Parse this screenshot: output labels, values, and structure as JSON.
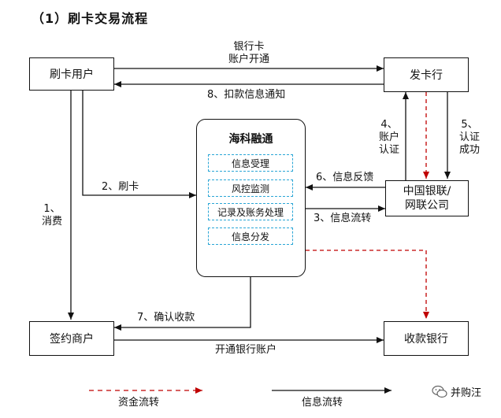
{
  "title": "（1）刷卡交易流程",
  "nodes": {
    "user": "刷卡用户",
    "issuer": "发卡行",
    "unionpay": "中国银联/\n网联公司",
    "merchant": "签约商户",
    "collect_bank": "收款银行",
    "center": "海科融通",
    "center_items": [
      "信息受理",
      "风控监测",
      "记录及账务处理",
      "信息分发"
    ]
  },
  "edges": {
    "open_account": "银行卡\n账户开通",
    "deduct_notice": "8、扣款信息通知",
    "account_verify": "4、\n账户\n认证",
    "verify_success": "5、\n认证\n成功",
    "swipe": "2、刷卡",
    "feedback": "6、信息反馈",
    "info_flow": "3、信息流转",
    "consume": "1、\n消费",
    "confirm": "7、确认收款",
    "open_bank_account": "开通银行账户"
  },
  "legend": {
    "fund_flow": "资金流转",
    "info_flow": "信息流转"
  },
  "watermark": "并购汪",
  "colors": {
    "fund": "#c00000",
    "info": "#111111",
    "dashed_box": "#2aa6d6"
  }
}
